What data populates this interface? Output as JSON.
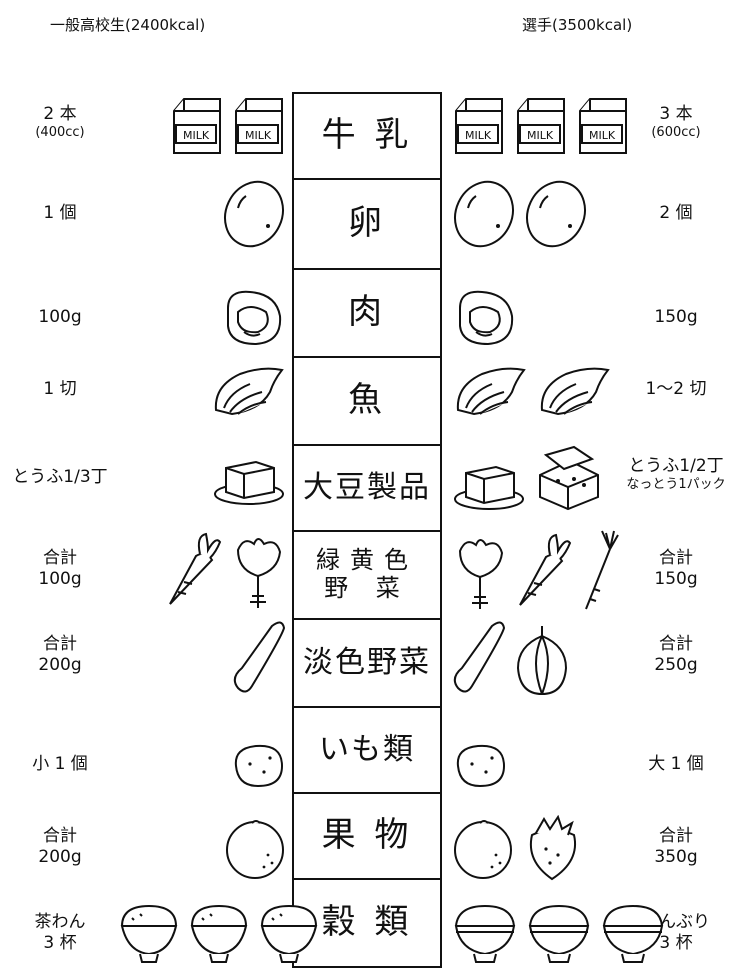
{
  "header": {
    "left": "一般高校生(2400kcal)",
    "right": "選手(3500kcal)"
  },
  "rows": [
    {
      "label": "牛 乳",
      "left": {
        "q": "2 本",
        "sub": "(400cc)",
        "icons": [
          "milk-carton",
          "milk-carton"
        ]
      },
      "right": {
        "q": "3 本",
        "sub": "(600cc)",
        "icons": [
          "milk-carton",
          "milk-carton",
          "milk-carton"
        ]
      }
    },
    {
      "label": "卵",
      "left": {
        "q": "1 個",
        "icons": [
          "egg"
        ]
      },
      "right": {
        "q": "2 個",
        "icons": [
          "egg",
          "egg"
        ]
      }
    },
    {
      "label": "肉",
      "left": {
        "q": "100g",
        "icons": [
          "meat"
        ]
      },
      "right": {
        "q": "150g",
        "icons": [
          "meat"
        ]
      }
    },
    {
      "label": "魚",
      "left": {
        "q": "1 切",
        "icons": [
          "fish-fillet"
        ]
      },
      "right": {
        "q": "1～2 切",
        "icons": [
          "fish-fillet",
          "fish-fillet"
        ]
      }
    },
    {
      "label": "大豆製品",
      "left": {
        "q": "とうふ1/3丁",
        "icons": [
          "tofu"
        ]
      },
      "right": {
        "q": "とうふ1/2丁",
        "sub": "なっとう1パック",
        "icons": [
          "tofu",
          "natto"
        ]
      }
    },
    {
      "label": "緑黄色 野 菜",
      "left": {
        "q": "合計",
        "sub": "100g",
        "icons": [
          "carrot",
          "spinach"
        ]
      },
      "right": {
        "q": "合計",
        "sub": "150g",
        "icons": [
          "spinach",
          "carrot",
          "green-onion"
        ]
      }
    },
    {
      "label": "淡色野菜",
      "left": {
        "q": "合計",
        "sub": "200g",
        "icons": [
          "cucumber"
        ]
      },
      "right": {
        "q": "合計",
        "sub": "250g",
        "icons": [
          "cucumber",
          "onion"
        ]
      }
    },
    {
      "label": "いも類",
      "left": {
        "q": "小 1 個",
        "icons": [
          "potato"
        ]
      },
      "right": {
        "q": "大 1 個",
        "icons": [
          "potato"
        ]
      }
    },
    {
      "label": "果 物",
      "left": {
        "q": "合計",
        "sub": "200g",
        "icons": [
          "orange"
        ]
      },
      "right": {
        "q": "合計",
        "sub": "350g",
        "icons": [
          "orange",
          "strawberry"
        ]
      }
    },
    {
      "label": "穀 類",
      "left": {
        "q": "茶わん",
        "sub": "3 杯",
        "icons": [
          "rice-bowl",
          "rice-bowl",
          "rice-bowl"
        ]
      },
      "right": {
        "q": "どんぶり",
        "sub": "3 杯",
        "icons": [
          "donburi",
          "donburi",
          "donburi"
        ]
      }
    }
  ]
}
